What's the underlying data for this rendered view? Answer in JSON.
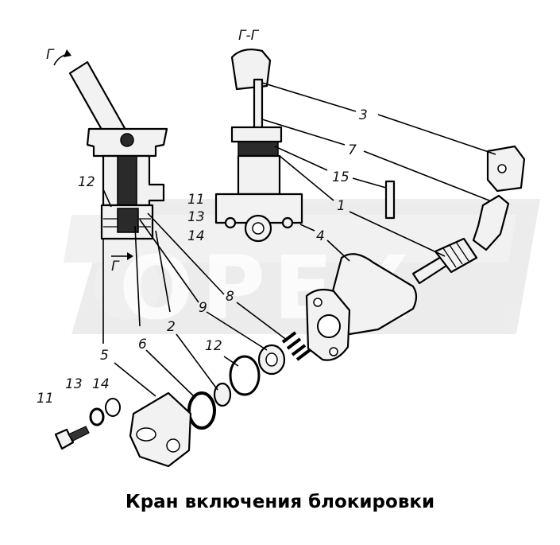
{
  "caption": "Кран включения блокировки",
  "watermark": "OPEX",
  "section_labels": {
    "top_arrow": "Г",
    "bottom_arrow": "Г",
    "section_view": "Г-Г"
  },
  "callouts": {
    "c1": "1",
    "c2": "2",
    "c3": "3",
    "c4": "4",
    "c5": "5",
    "c6": "6",
    "c7": "7",
    "c8": "8",
    "c9": "9",
    "c11_a": "11",
    "c11_b": "11",
    "c12_a": "12",
    "c12_b": "12",
    "c13_a": "13",
    "c13_b": "13",
    "c14_a": "14",
    "c14_b": "14",
    "c15": "15"
  }
}
